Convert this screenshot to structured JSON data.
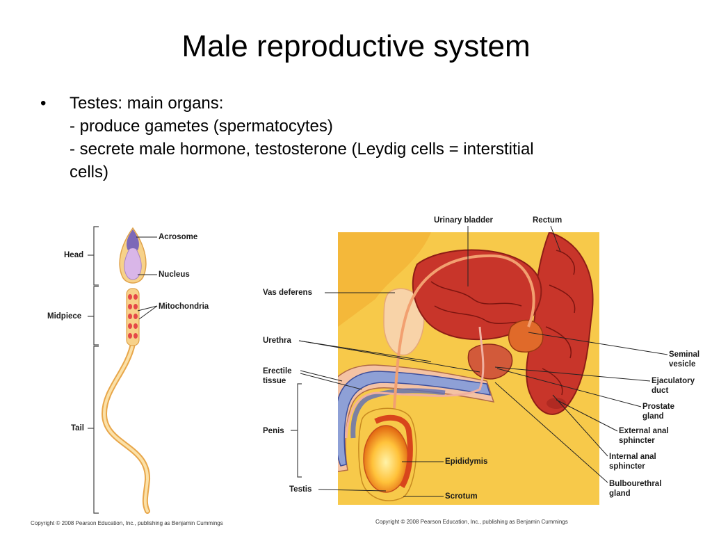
{
  "slide": {
    "title": "Male reproductive system",
    "bullet": "•",
    "main_point": "Testes: main organs:",
    "sub_points": [
      "- produce gametes (spermatocytes)",
      "- secrete male hormone, testosterone (Leydig cells = interstitial cells)"
    ]
  },
  "sperm_figure": {
    "labels": {
      "head": "Head",
      "midpiece": "Midpiece",
      "tail": "Tail",
      "acrosome": "Acrosome",
      "nucleus": "Nucleus",
      "mitochondria": "Mitochondria"
    },
    "copyright": "Copyright © 2008 Pearson Education, Inc., publishing as Benjamin Cummings"
  },
  "anatomy_figure": {
    "labels": {
      "urinary_bladder": "Urinary bladder",
      "rectum": "Rectum",
      "vas_deferens": "Vas deferens",
      "urethra": "Urethra",
      "erectile_tissue_1": "Erectile",
      "erectile_tissue_2": "tissue",
      "penis": "Penis",
      "testis": "Testis",
      "epididymis": "Epididymis",
      "scrotum": "Scrotum",
      "seminal_vesicle_1": "Seminal",
      "seminal_vesicle_2": "vesicle",
      "ejaculatory_duct_1": "Ejaculatory",
      "ejaculatory_duct_2": "duct",
      "prostate_gland_1": "Prostate",
      "prostate_gland_2": "gland",
      "external_anal_sphincter_1": "External anal",
      "external_anal_sphincter_2": "sphincter",
      "internal_anal_sphincter_1": "Internal anal",
      "internal_anal_sphincter_2": "sphincter",
      "bulbourethral_gland_1": "Bulbourethral",
      "bulbourethral_gland_2": "gland"
    },
    "copyright": "Copyright © 2008 Pearson Education, Inc., publishing as Benjamin Cummings"
  },
  "colors": {
    "fat_yellow": "#f7c94a",
    "muscle_red": "#c8352a",
    "tissue_pink": "#f4c2a4",
    "erectile_blue": "#8ea0d6",
    "testis_orange": "#f39a1a",
    "sperm_body": "#f7d28a",
    "sperm_nucleus": "#d9b6e8",
    "acrosome_purple": "#7c68b8"
  }
}
